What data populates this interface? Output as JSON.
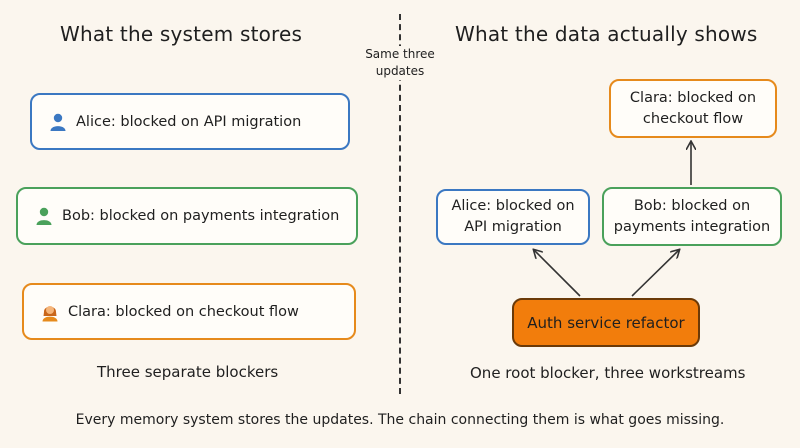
{
  "left_panel": {
    "title": "What the system stores",
    "items": [
      {
        "label": "Alice: blocked on API migration",
        "icon": "person-icon",
        "color": "#3b78c2"
      },
      {
        "label": "Bob: blocked on payments integration",
        "icon": "person-icon",
        "color": "#4aa15b"
      },
      {
        "label": "Clara: blocked on checkout flow",
        "icon": "person-icon",
        "color": "#e68a1c"
      }
    ],
    "caption": "Three separate blockers"
  },
  "divider_note": "Same three\nupdates",
  "right_panel": {
    "title": "What the data actually shows",
    "nodes": {
      "clara": "Clara: blocked on\ncheckout flow",
      "alice": "Alice: blocked on\nAPI migration",
      "bob": "Bob: blocked on\npayments integration",
      "root": "Auth service refactor"
    },
    "caption": "One root blocker, three workstreams"
  },
  "footer": "Every memory system stores the updates. The chain connecting them is what goes missing.",
  "colors": {
    "blue": "#3b78c2",
    "green": "#4aa15b",
    "orange": "#e68a1c",
    "root_fill": "#f27d0c",
    "background": "#fbf6ee"
  }
}
